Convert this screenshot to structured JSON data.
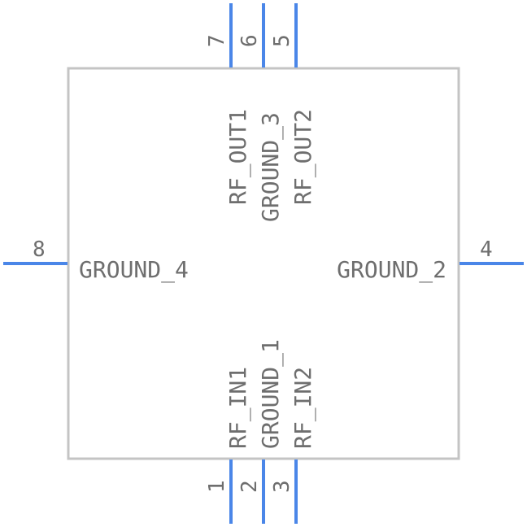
{
  "component": {
    "colors": {
      "pin": "#4a86e8",
      "body_outline": "#c4c4c4",
      "text": "#6e6e6e"
    },
    "pins": [
      {
        "number": "1",
        "name": "RF_IN1"
      },
      {
        "number": "2",
        "name": "GROUND_1"
      },
      {
        "number": "3",
        "name": "RF_IN2"
      },
      {
        "number": "4",
        "name": "GROUND_2"
      },
      {
        "number": "5",
        "name": "RF_OUT2"
      },
      {
        "number": "6",
        "name": "GROUND_3"
      },
      {
        "number": "7",
        "name": "RF_OUT1"
      },
      {
        "number": "8",
        "name": "GROUND_4"
      }
    ]
  }
}
